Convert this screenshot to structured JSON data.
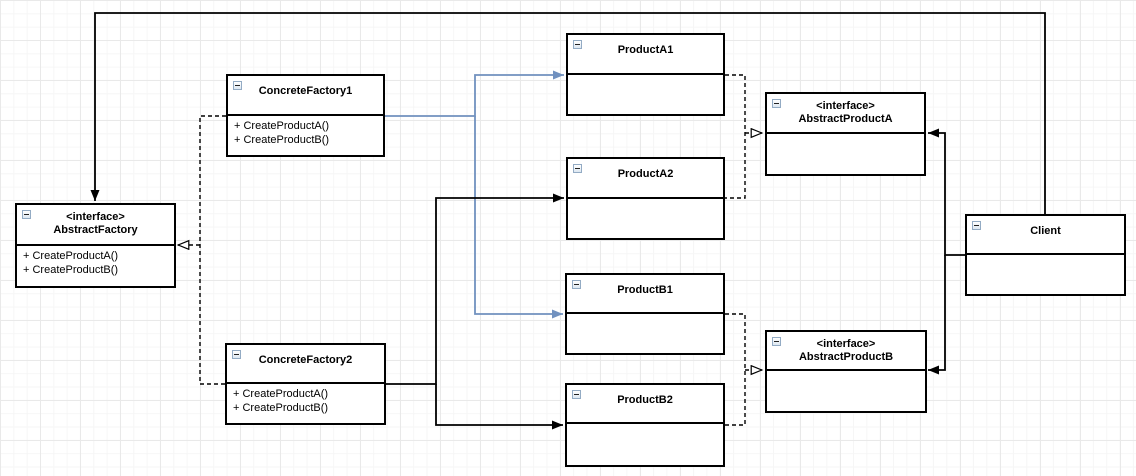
{
  "colors": {
    "connector_black": "#000000",
    "connector_blue": "#7191bf",
    "box_fill": "#ffffff",
    "box_border": "#000000"
  },
  "classes": {
    "abstract_factory": {
      "stereotype": "<interface>",
      "name": "AbstractFactory",
      "methods": [
        "+ CreateProductA()",
        "+ CreateProductB()"
      ]
    },
    "concrete_factory1": {
      "name": "ConcreteFactory1",
      "methods": [
        "+ CreateProductA()",
        "+ CreateProductB()"
      ]
    },
    "concrete_factory2": {
      "name": "ConcreteFactory2",
      "methods": [
        "+ CreateProductA()",
        "+ CreateProductB()"
      ]
    },
    "product_a1": {
      "name": "ProductA1"
    },
    "product_a2": {
      "name": "ProductA2"
    },
    "product_b1": {
      "name": "ProductB1"
    },
    "product_b2": {
      "name": "ProductB2"
    },
    "abstract_product_a": {
      "stereotype": "<interface>",
      "name": "AbstractProductA"
    },
    "abstract_product_b": {
      "stereotype": "<interface>",
      "name": "AbstractProductB"
    },
    "client": {
      "name": "Client"
    }
  },
  "relationships": [
    {
      "from": "Client",
      "to": "AbstractFactory",
      "type": "directed-association",
      "style": "solid",
      "color": "black"
    },
    {
      "from": "ConcreteFactory1",
      "to": "AbstractFactory",
      "type": "realization",
      "style": "dashed",
      "color": "black"
    },
    {
      "from": "ConcreteFactory2",
      "to": "AbstractFactory",
      "type": "realization",
      "style": "dashed",
      "color": "black"
    },
    {
      "from": "ConcreteFactory1",
      "to": "ProductA1",
      "type": "directed-association",
      "style": "solid",
      "color": "blue"
    },
    {
      "from": "ConcreteFactory1",
      "to": "ProductB1",
      "type": "directed-association",
      "style": "solid",
      "color": "blue"
    },
    {
      "from": "ConcreteFactory2",
      "to": "ProductA2",
      "type": "directed-association",
      "style": "solid",
      "color": "black"
    },
    {
      "from": "ConcreteFactory2",
      "to": "ProductB2",
      "type": "directed-association",
      "style": "solid",
      "color": "black"
    },
    {
      "from": "ProductA1",
      "to": "AbstractProductA",
      "type": "realization",
      "style": "dashed",
      "color": "black"
    },
    {
      "from": "ProductA2",
      "to": "AbstractProductA",
      "type": "realization",
      "style": "dashed",
      "color": "black"
    },
    {
      "from": "ProductB1",
      "to": "AbstractProductB",
      "type": "realization",
      "style": "dashed",
      "color": "black"
    },
    {
      "from": "ProductB2",
      "to": "AbstractProductB",
      "type": "realization",
      "style": "dashed",
      "color": "black"
    },
    {
      "from": "Client",
      "to": "AbstractProductA",
      "type": "directed-association",
      "style": "solid",
      "color": "black"
    },
    {
      "from": "Client",
      "to": "AbstractProductB",
      "type": "directed-association",
      "style": "solid",
      "color": "black"
    }
  ]
}
